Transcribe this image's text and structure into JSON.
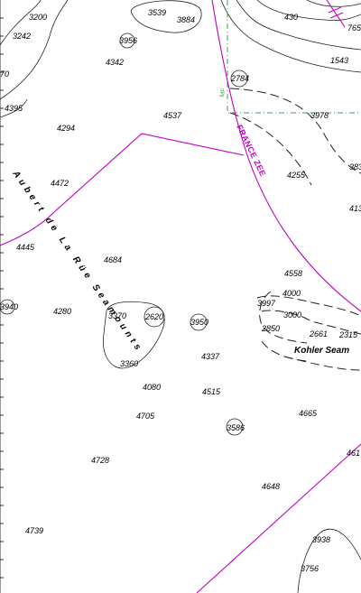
{
  "map": {
    "zone_label": "FRANCE ZEE",
    "feature_label_1": "Aubert de La Rüe Seamounts",
    "feature_label_2": "Kohler Seam",
    "mf_label": "MF",
    "colors": {
      "boundary": "#c000c0",
      "limit_line": "#4a9a5a",
      "contour": "#222222",
      "background": "#ffffff"
    },
    "soundings": {
      "s3200": "3200",
      "s3539": "3539",
      "s3884": "3884",
      "s430": "430",
      "s765": "765",
      "s3242": "3242",
      "s3956": "3956",
      "s70": "70",
      "s4342": "4342",
      "s2784": "2784",
      "s1543": "1543",
      "s4395": "4395",
      "s4537": "4537",
      "s3978": "3978",
      "s4294": "4294",
      "s383": "383",
      "s4255": "4255",
      "s4472": "4472",
      "s413": "413",
      "s4445": "4445",
      "s4684": "4684",
      "s4558": "4558",
      "s4000": "4000",
      "s3997": "3997",
      "s3940": "3940",
      "s4280": "4280",
      "s3370": "3370",
      "s2620": "2620",
      "s3950": "3950",
      "s3000": "3000",
      "s2850": "2850",
      "s2661": "2661",
      "s2315": "2315",
      "s4337": "4337",
      "s3360": "3360",
      "s4080": "4080",
      "s4515": "4515",
      "s4705": "4705",
      "s4665": "4665",
      "s3586": "3586",
      "s4728": "4728",
      "s461": "461",
      "s4648": "4648",
      "s4739": "4739",
      "s3938": "3938",
      "s3756": "3756"
    }
  }
}
